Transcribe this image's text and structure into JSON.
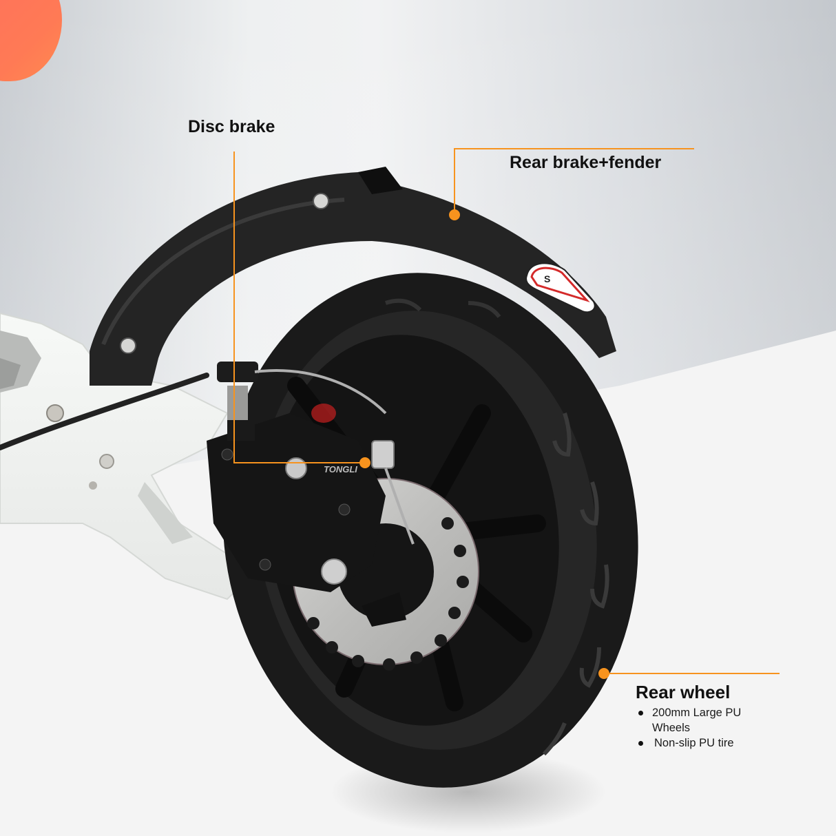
{
  "theme": {
    "accent_color": "#f7931e",
    "blob_color": "#ff7560",
    "text_color": "#111111",
    "background_light": "#f4f4f4",
    "background_gray": "#cfd3d7"
  },
  "callouts": {
    "disc_brake": {
      "title": "Disc brake"
    },
    "rear_brake_fender": {
      "title": "Rear brake+fender"
    },
    "rear_wheel": {
      "title": "Rear wheel",
      "features": [
        "200mm Large PU Wheels",
        "Non-slip PU tire"
      ]
    }
  },
  "product": {
    "caliper_brand_text": "TONGLI",
    "fender_badge": "logo-badge"
  }
}
